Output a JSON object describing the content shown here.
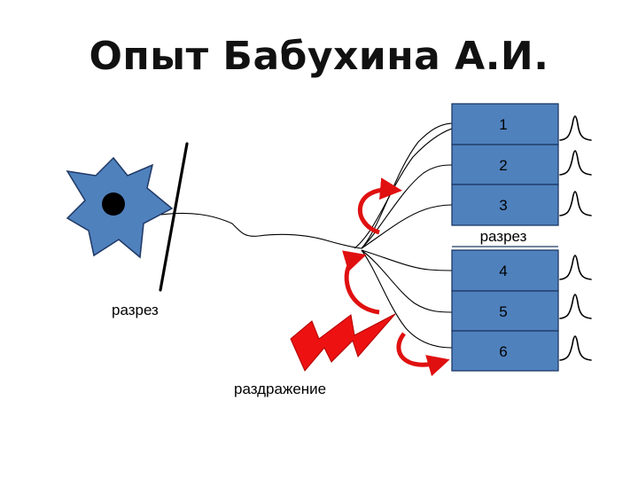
{
  "title": "Опыт Бабухина А.И.",
  "colors": {
    "neuron_fill": "#4f81bd",
    "neuron_stroke": "#1f3864",
    "nucleus": "#000000",
    "box_fill": "#4f81bd",
    "arrow": "#e01010",
    "lightning": "#ee1111"
  },
  "fibers": [
    {
      "label": "1"
    },
    {
      "label": "2"
    },
    {
      "label": "3"
    },
    {
      "label": "4"
    },
    {
      "label": "5"
    },
    {
      "label": "6"
    }
  ],
  "labels": {
    "cut_left": "разрез",
    "cut_right": "разрез",
    "stimulus": "раздражение"
  }
}
